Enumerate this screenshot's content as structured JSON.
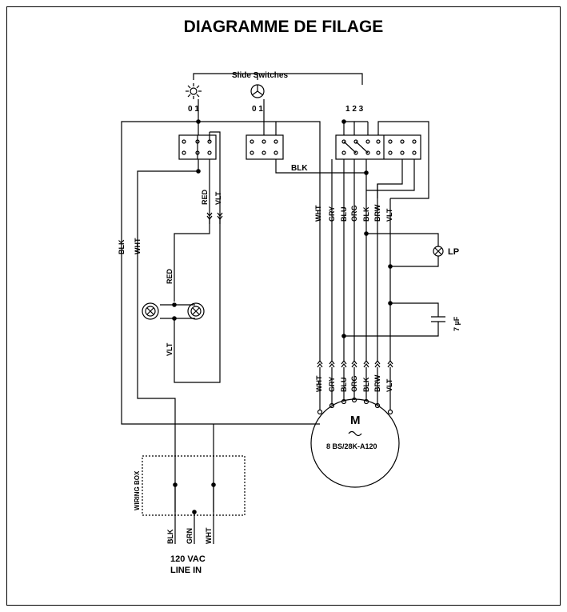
{
  "title": "DIAGRAMME DE FILAGE",
  "slide_switches_label": "Slide Switches",
  "switch_light_positions": "0 1",
  "switch_fan_positions": "0 1",
  "switch_speed_positions": "1 2 3",
  "wire_labels": {
    "blk_top": "BLK",
    "red_upper": "RED",
    "vlt_upper": "VLT",
    "blk_left": "BLK",
    "wht_left": "WHT",
    "red_lamps": "RED",
    "vlt_lamps": "VLT",
    "motor_bus": [
      "WHT",
      "GRY",
      "BLU",
      "ORG",
      "BLK",
      "BRW",
      "VLT"
    ],
    "motor_leads": [
      "WHT",
      "GRY",
      "BLU",
      "ORG",
      "BLK",
      "BRW",
      "VLT"
    ],
    "supply": [
      "BLK",
      "GRN",
      "WHT"
    ]
  },
  "lp_label": "LP",
  "capacitor_label": "7 µF",
  "motor_symbol": "M",
  "motor_model": "8 BS/28K-A120",
  "wiring_box_label": "WIRING BOX",
  "line_in_voltage": "120 VAC",
  "line_in_label": "LINE IN",
  "icons": [
    "light-icon",
    "fan-icon",
    "lamp-icon",
    "indicator-lamp-icon",
    "capacitor-icon",
    "motor-icon"
  ]
}
